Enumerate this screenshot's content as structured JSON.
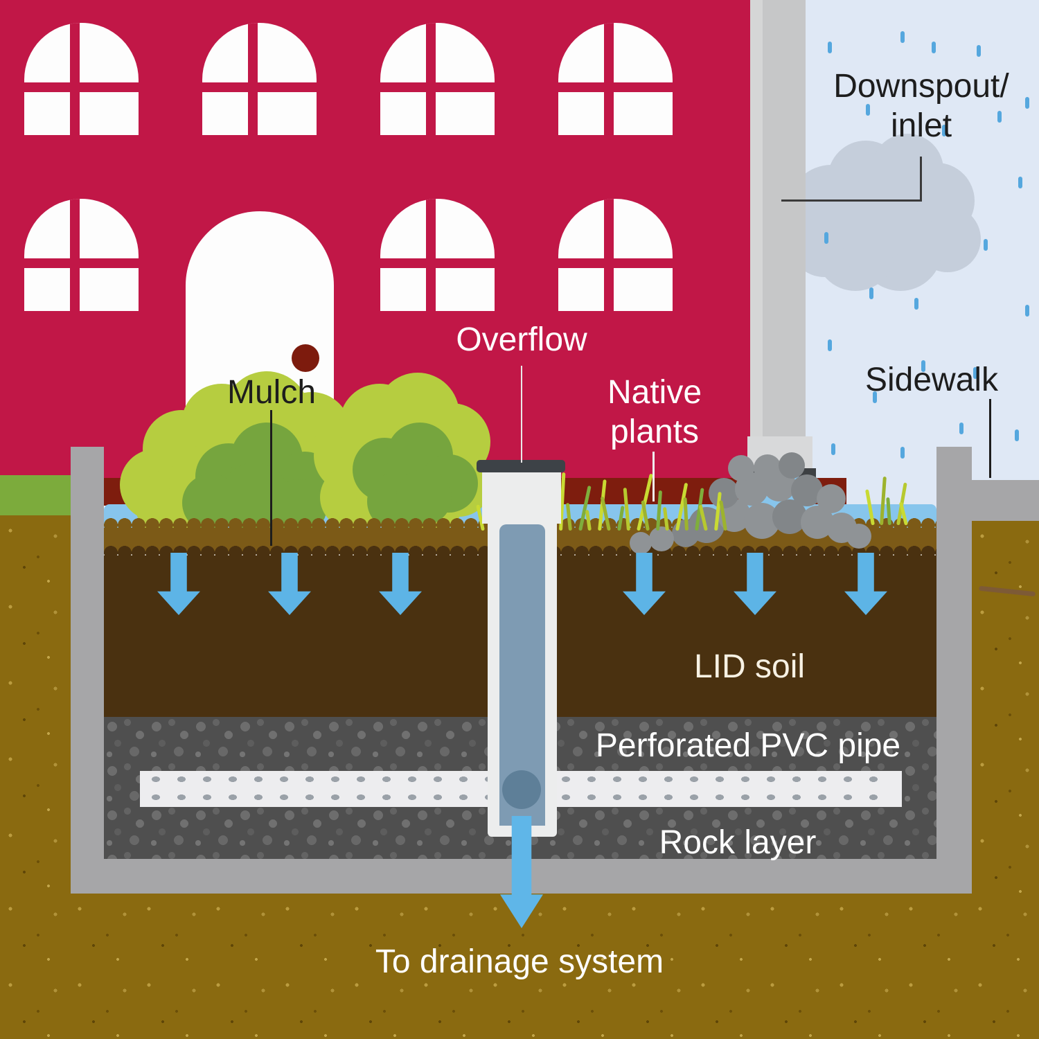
{
  "title": "Rain garden / LID bioretention cross-section diagram",
  "labels": {
    "downspout_line1": "Downspout/",
    "downspout_line2": "inlet",
    "sidewalk": "Sidewalk",
    "overflow": "Overflow",
    "native_line1": "Native",
    "native_line2": "plants",
    "mulch": "Mulch",
    "lid_soil": "LID soil",
    "pvc_pipe": "Perforated PVC pipe",
    "rock_layer": "Rock layer",
    "drainage": "To drainage system"
  },
  "colors": {
    "building_wall": "#c11747",
    "foundation": "#7e1d0e",
    "sky": "#dfe8f5",
    "cloud": "#c5cedb",
    "rain": "#55a7de",
    "water": "#87c5ec",
    "infiltration_arrow": "#5db4e6",
    "bush_light": "#b6cd40",
    "bush_dark": "#76a53e",
    "grass_strip": "#7cab3c",
    "mulch_layer": "#7c5a17",
    "lid_soil_layer": "#4a3110",
    "rock_layer": "#4f4f4f",
    "pvc_pipe": "#ededef",
    "concrete": "#a6a6a8",
    "native_soil": "#8a6a10",
    "pipe_interior": "#7e9bb3",
    "pipe_cap": "#3d4247",
    "downspout_pipe": "#c9cacb"
  }
}
